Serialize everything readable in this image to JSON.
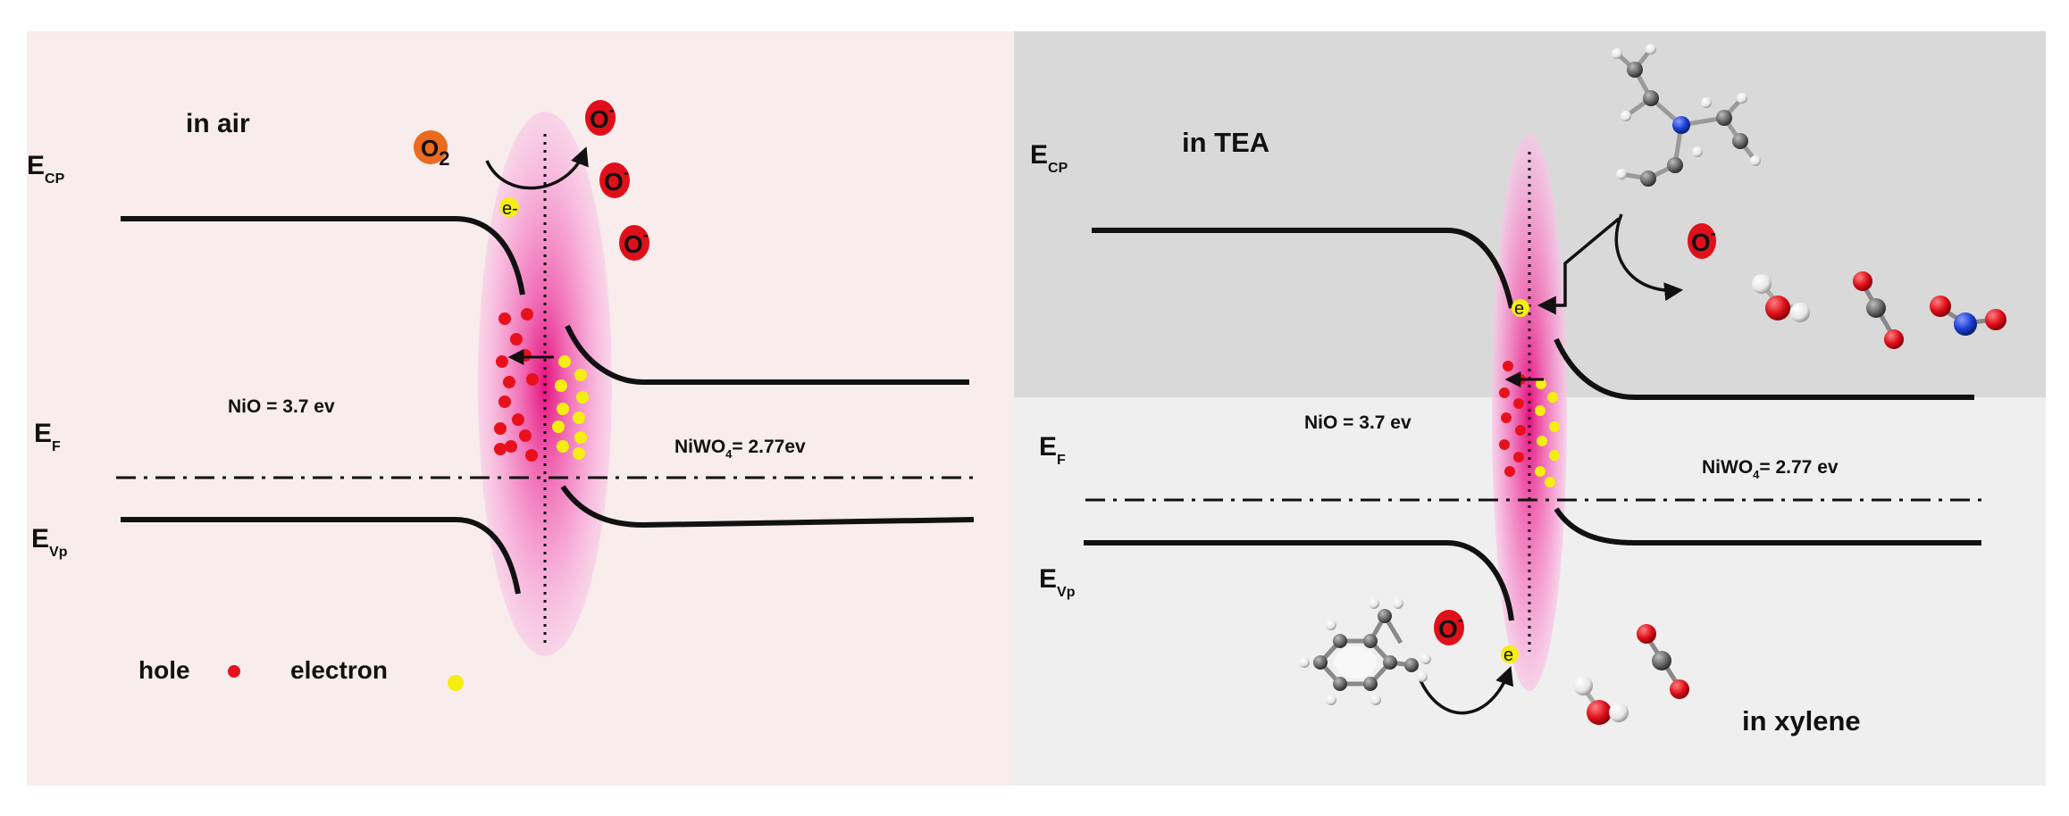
{
  "colors": {
    "left_bg": "#f8ecec",
    "right_top_bg": "#d9d9d9",
    "right_bottom_bg": "#efefef",
    "band": "#111111",
    "hole": "#e8111b",
    "electron": "#f5ee12",
    "glow": "#e9168f",
    "oxygen_atom": "#e0101a",
    "carbon_atom": "#6a6a6a",
    "nitrogen_atom": "#1b3fd6",
    "hydrogen_atom": "#f2f2f2"
  },
  "left_panel": {
    "condition": "in air",
    "ecp": {
      "main": "E",
      "sub": "CP"
    },
    "ef": {
      "main": "E",
      "sub": "F"
    },
    "evp": {
      "main": "E",
      "sub": "Vp"
    },
    "nio_label": "NiO = 3.7 ev",
    "niwo4_label": {
      "main": "NiWO",
      "sub": "4",
      "rest": "= 2.77ev"
    },
    "o2": {
      "main": "O",
      "sub": "2"
    },
    "electron_tag": "e-",
    "oxygen_ion": {
      "main": "O",
      "sup": "-"
    },
    "legend": {
      "hole": "hole",
      "electron": "electron"
    }
  },
  "right_panel": {
    "condition_top": "in TEA",
    "condition_bottom": "in xylene",
    "ecp": {
      "main": "E",
      "sub": "CP"
    },
    "ef": {
      "main": "E",
      "sub": "F"
    },
    "evp": {
      "main": "E",
      "sub": "Vp"
    },
    "nio_label": "NiO = 3.7 ev",
    "niwo4_label": {
      "main": "NiWO",
      "sub": "4",
      "rest": "= 2.77 ev"
    },
    "electron_tag": "e",
    "electron_tag_bottom": "e",
    "oxygen_ion": {
      "main": "O",
      "sup": "-"
    }
  }
}
